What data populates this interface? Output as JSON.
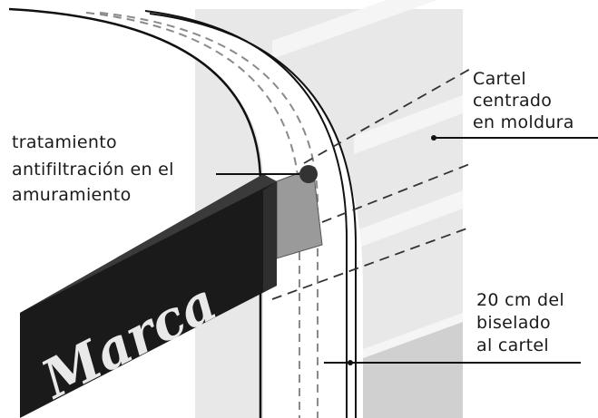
{
  "sign": {
    "brand_text": "Marca"
  },
  "annotations": {
    "treatment": {
      "lines": [
        "tratamiento",
        "antifiltración en el",
        "amuramiento"
      ]
    },
    "centered": {
      "lines": [
        "Cartel",
        "centrado",
        "en moldura"
      ]
    },
    "distance": {
      "lines": [
        "20 cm del",
        "biselado",
        "al cartel"
      ]
    }
  },
  "colors": {
    "wall_light": "#e8e8e8",
    "wall_dark": "#d0d0d0",
    "sign_face": "#1a1a1a",
    "sign_edge": "#2e2e2e",
    "bracket": "#9a9a9a",
    "guide_dash": "#7a7a7a"
  }
}
